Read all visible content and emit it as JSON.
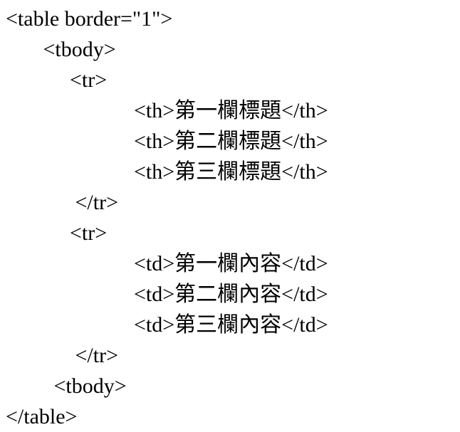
{
  "document": {
    "kind": "html-source-listing",
    "language": "html",
    "lines": [
      "<table border=\"1\">",
      "       <tbody>",
      "            <tr>",
      "                        <th>第一欄標題</th>",
      "                        <th>第二欄標題</th>",
      "                        <th>第三欄標題</th>",
      "             </tr>",
      "            <tr>",
      "                        <td>第一欄內容</td>",
      "                        <td>第二欄內容</td>",
      "                        <td>第三欄內容</td>",
      "             </tr>",
      "         <tbody>",
      "</table>"
    ]
  }
}
